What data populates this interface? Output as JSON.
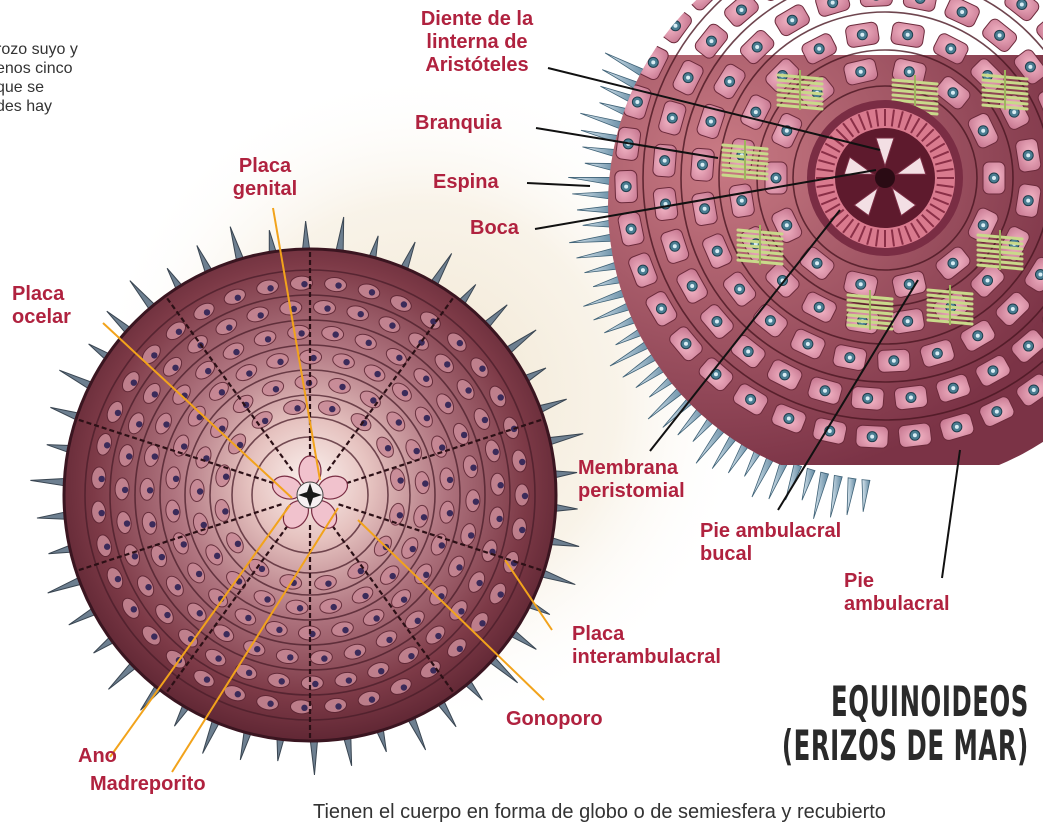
{
  "intro_text": "rozo suyo y\nenos cinco\nque se\ndes hay",
  "title": {
    "line1": "EQUINOIDEOS",
    "line2": "(ERIZOS DE MAR)"
  },
  "footnote": "Tienen el cuerpo en forma de globo o de semiesfera y recubierto",
  "labels": {
    "diente": "Diente de la\nlinterna de\nAristóteles",
    "branquia": "Branquia",
    "espina": "Espina",
    "boca": "Boca",
    "placa_genital": "Placa\ngenital",
    "placa_ocelar": "Placa\nocelar",
    "membrana": "Membrana\nperistomial",
    "pie_bucal": "Pie ambulacral\nbucal",
    "pie": "Pie\nambulacral",
    "placa_interambulacral": "Placa\ninterambulacral",
    "gonoporo": "Gonoporo",
    "ano": "Ano",
    "madreporito": "Madreporito"
  },
  "colors": {
    "label": "#b0223f",
    "leader_oral": "#111111",
    "leader_aboral": "#f2a31b",
    "shell": "#8a3b4a",
    "plate": "#d98aa0",
    "spine": "#8fb4c8",
    "gill": "#c9d98a"
  }
}
